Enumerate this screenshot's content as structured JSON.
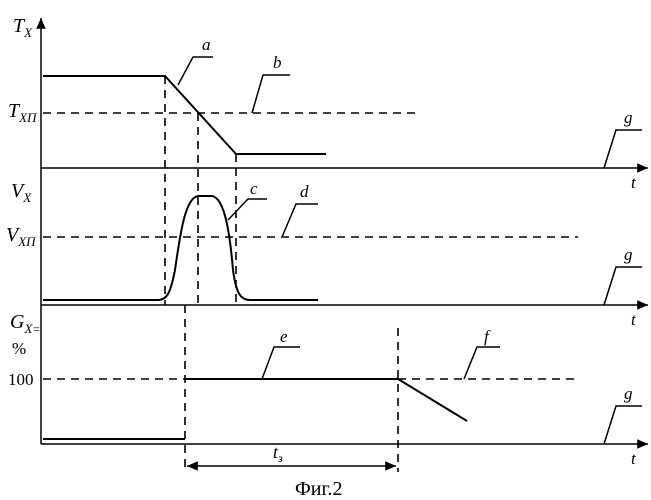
{
  "figure": {
    "caption": "Фиг.2",
    "panel_top": {
      "y_axis_label": "T",
      "y_axis_sub": "X",
      "level_label": "T",
      "level_sub": "XП",
      "curve_labels": {
        "a": "a",
        "b": "b",
        "g": "g"
      },
      "x_axis_label": "t"
    },
    "panel_mid": {
      "y_axis_label": "V",
      "y_axis_sub": "X",
      "level_label": "V",
      "level_sub": "XП",
      "curve_labels": {
        "c": "c",
        "d": "d",
        "g": "g"
      },
      "x_axis_label": "t"
    },
    "panel_bot": {
      "y_axis_label": "G",
      "y_axis_sub": "X",
      "y_axis_sub_mark": "=",
      "unit": "%",
      "level_value": "100",
      "curve_labels": {
        "e": "e",
        "f": "f",
        "g": "g"
      },
      "x_axis_label": "t"
    },
    "interval": {
      "label": "t",
      "sub": "з"
    }
  }
}
